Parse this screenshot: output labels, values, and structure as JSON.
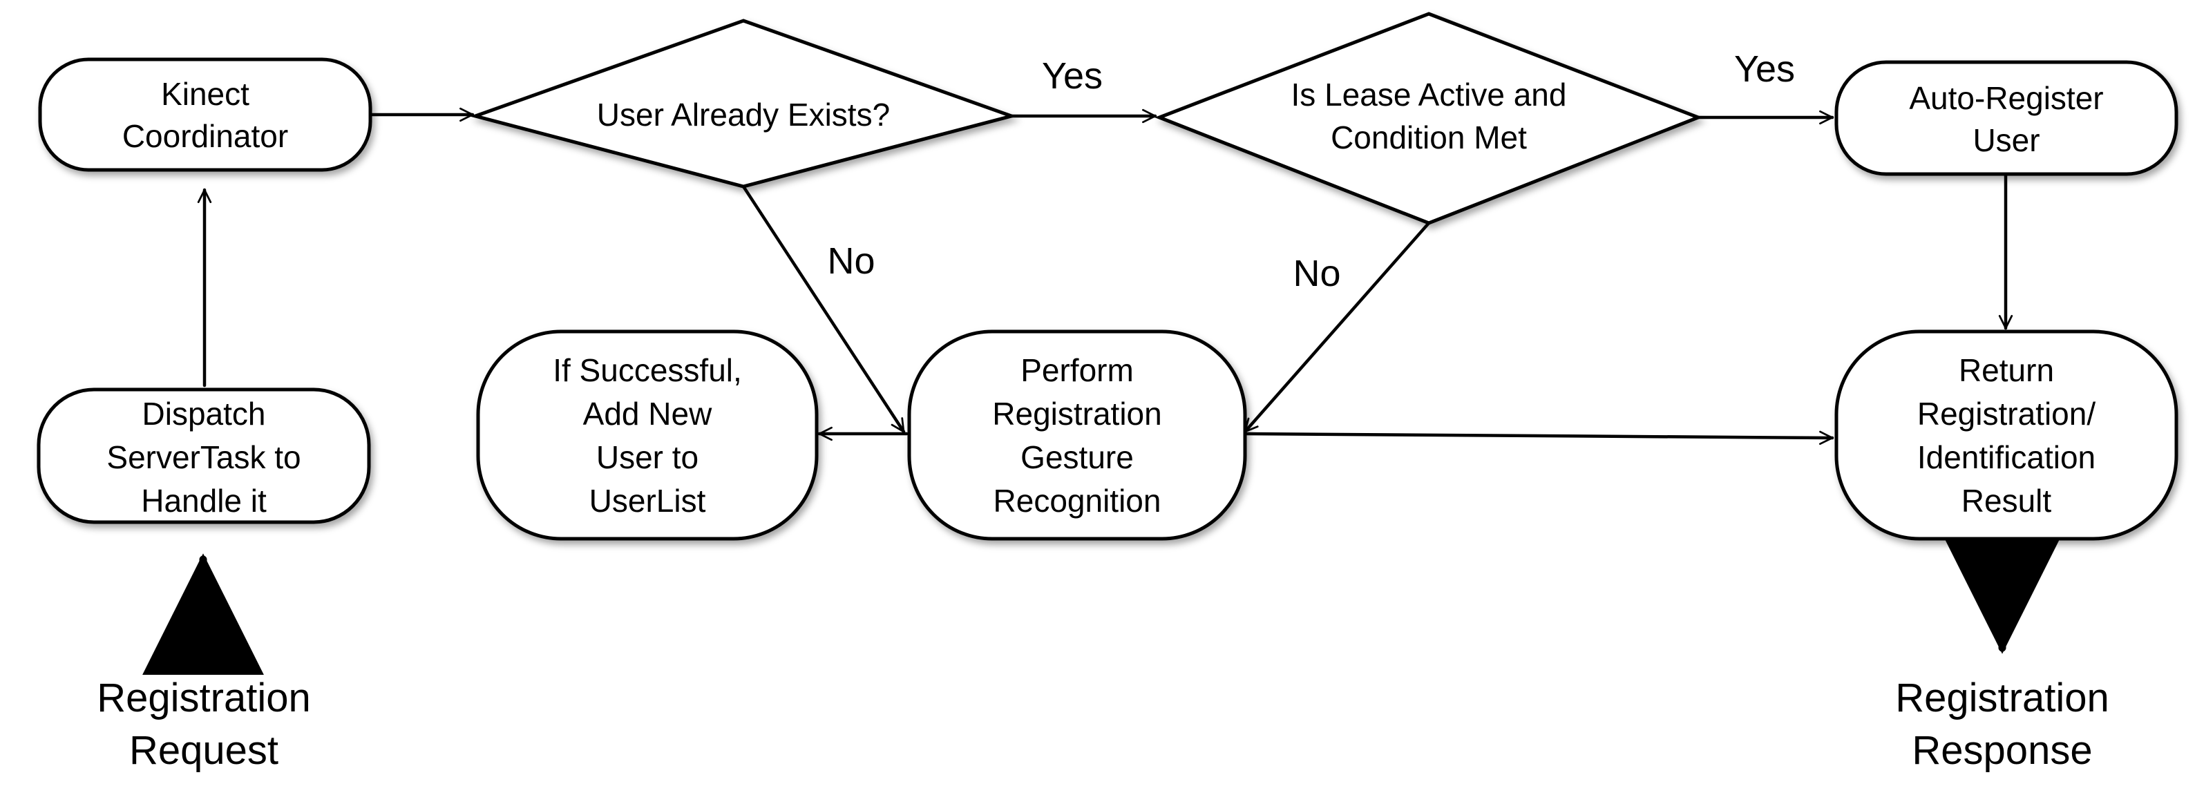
{
  "nodes": {
    "kinect_coordinator": [
      "Kinect",
      "Coordinator"
    ],
    "dispatch_servertask": [
      "Dispatch",
      "ServerTask to",
      "Handle it"
    ],
    "user_exists": [
      "User Already Exists?"
    ],
    "lease_active": [
      "Is Lease Active and",
      "Condition Met"
    ],
    "auto_register": [
      "Auto-Register",
      "User"
    ],
    "add_new_user": [
      "If Successful,",
      "Add New",
      "User to",
      "UserList"
    ],
    "perform_registration": [
      "Perform",
      "Registration",
      "Gesture",
      "Recognition"
    ],
    "return_result": [
      "Return",
      "Registration/",
      "Identification",
      "Result"
    ]
  },
  "branch_labels": {
    "user_exists_yes": "Yes",
    "user_exists_no": "No",
    "lease_yes": "Yes",
    "lease_no": "No"
  },
  "terminals": {
    "request": [
      "Registration",
      "Request"
    ],
    "response": [
      "Registration",
      "Response"
    ]
  }
}
